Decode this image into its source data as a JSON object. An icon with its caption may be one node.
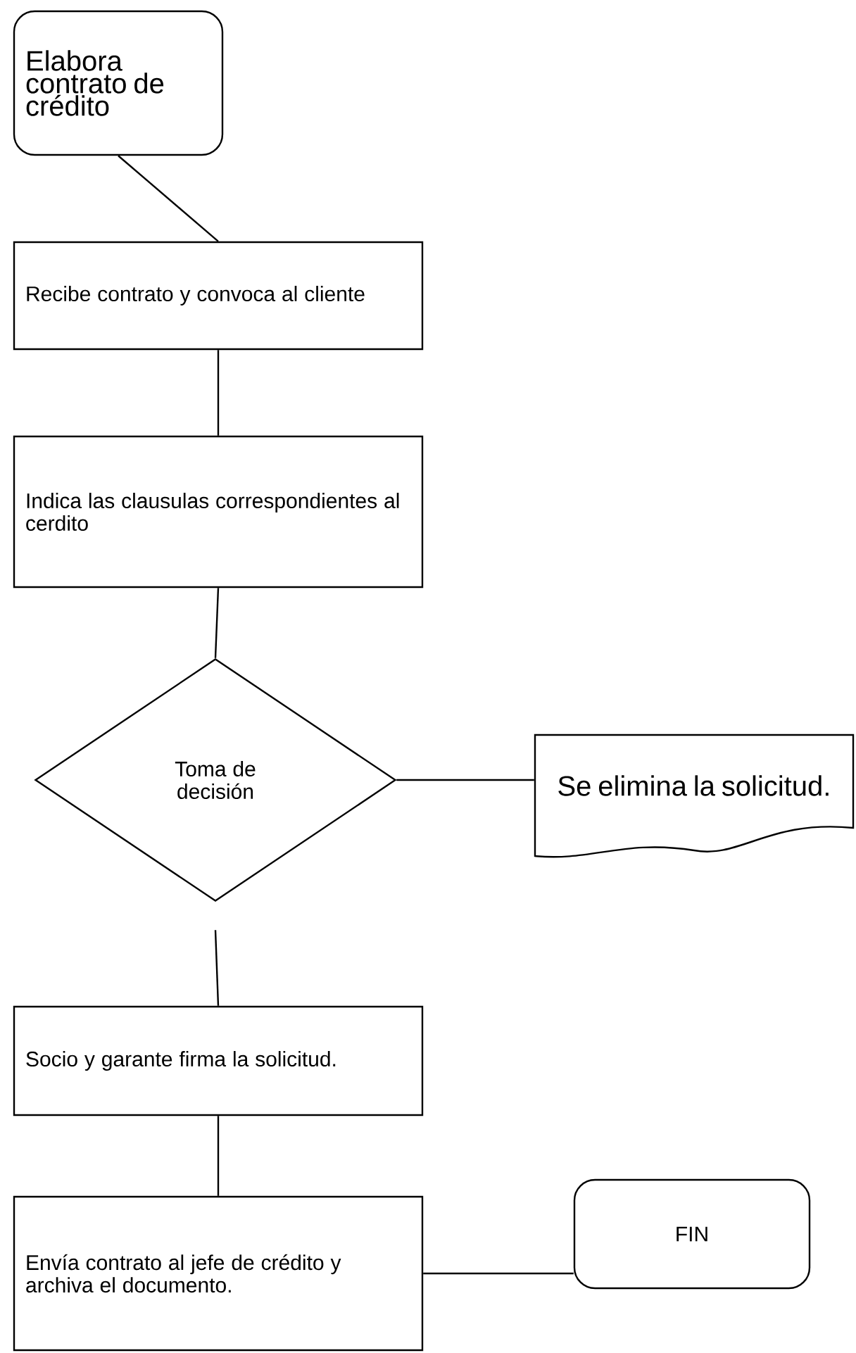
{
  "diagram": {
    "nodes": [
      {
        "text": [
          "Elabora contrato de crédito"
        ]
      },
      {
        "text": [
          "Recibe contrato y convoca al cliente"
        ]
      },
      {
        "text": [
          "Indica las clausulas correspondientes al cerdito"
        ]
      },
      {
        "text": [
          "Toma de decisión"
        ]
      },
      {
        "text": [
          "Se elimina la solicitud."
        ]
      },
      {
        "text": [
          "Socio y garante firma la solicitud."
        ]
      },
      {
        "text": [
          "Envía contrato al jefe de crédito y archiva el documento."
        ]
      },
      {
        "text": [
          "FIN"
        ]
      }
    ],
    "edges": [
      {
        "from": 0,
        "to": 1,
        "arrow": "none"
      },
      {
        "from": 1,
        "to": 2,
        "arrow": "none"
      },
      {
        "from": 2,
        "to": 3,
        "arrow": "none"
      },
      {
        "from": 3,
        "to": 4,
        "arrow": "none"
      },
      {
        "from": 3,
        "to": 5,
        "arrow": "none"
      },
      {
        "from": 5,
        "to": 6,
        "arrow": "none"
      },
      {
        "from": 6,
        "to": 7,
        "arrow": "none"
      }
    ]
  }
}
